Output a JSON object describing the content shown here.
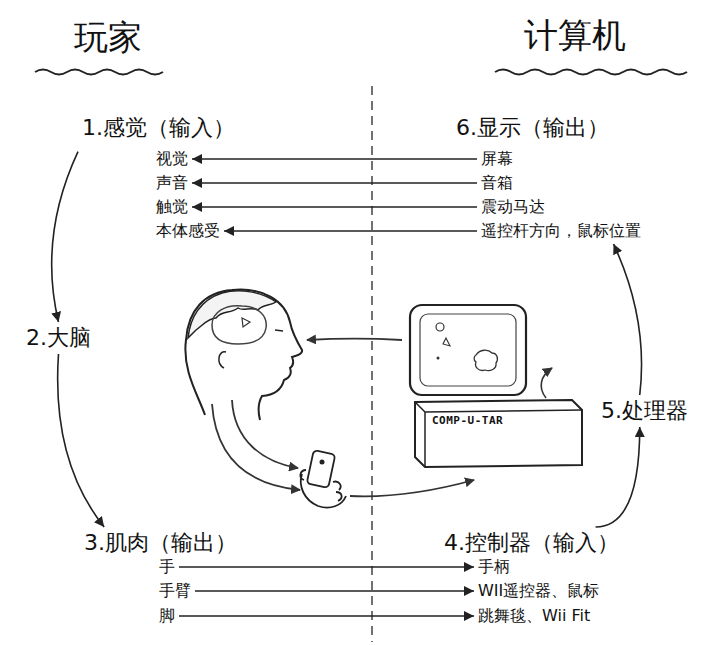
{
  "diagram": {
    "nodes": [
      {
        "text": [
          "1.感觉（输入）"
        ]
      },
      {
        "text": [
          "视觉"
        ],
        "in": 0
      },
      {
        "text": [
          "声音"
        ],
        "in": 0
      },
      {
        "text": [
          "触觉"
        ],
        "in": 0
      },
      {
        "text": [
          "本体感受"
        ],
        "in": 0
      },
      {
        "text": [
          "2.大脑"
        ]
      },
      {
        "text": [
          "3.肌肉（输出）"
        ]
      },
      {
        "text": [
          "手"
        ],
        "in": 6
      },
      {
        "text": [
          "手臂"
        ],
        "in": 6
      },
      {
        "text": [
          "脚"
        ],
        "in": 6
      },
      {
        "text": [
          "4.控制器（输入）"
        ]
      },
      {
        "text": [
          "手柄"
        ],
        "in": 10
      },
      {
        "text": [
          "WII遥控器、鼠标"
        ],
        "in": 10
      },
      {
        "text": [
          "跳舞毯、Wii Fit"
        ],
        "in": 10
      },
      {
        "text": [
          "5.处理器"
        ]
      },
      {
        "text": [
          "6.显示（输出）"
        ]
      },
      {
        "text": [
          "屏幕"
        ],
        "in": 15
      },
      {
        "text": [
          "音箱"
        ],
        "in": 15
      },
      {
        "text": [
          "震动马达"
        ],
        "in": 15
      },
      {
        "text": [
          "遥控杆方向，鼠标位置"
        ],
        "in": 15
      }
    ],
    "edges": [
      {
        "from": 0,
        "to": 5,
        "arrow": "to"
      },
      {
        "from": 5,
        "to": 6,
        "arrow": "to"
      },
      {
        "from": 7,
        "to": 11,
        "arrow": "to"
      },
      {
        "from": 8,
        "to": 12,
        "arrow": "to"
      },
      {
        "from": 9,
        "to": 13,
        "arrow": "to"
      },
      {
        "from": 10,
        "to": 14,
        "arrow": "to"
      },
      {
        "from": 14,
        "to": 15,
        "arrow": "to"
      },
      {
        "from": 16,
        "to": 1,
        "arrow": "to"
      },
      {
        "from": 17,
        "to": 2,
        "arrow": "to"
      },
      {
        "from": 18,
        "to": 3,
        "arrow": "to"
      },
      {
        "from": 19,
        "to": 4,
        "arrow": "to"
      }
    ],
    "labels": [
      "玩家",
      "计算机",
      "COMP-U-TAR"
    ]
  }
}
